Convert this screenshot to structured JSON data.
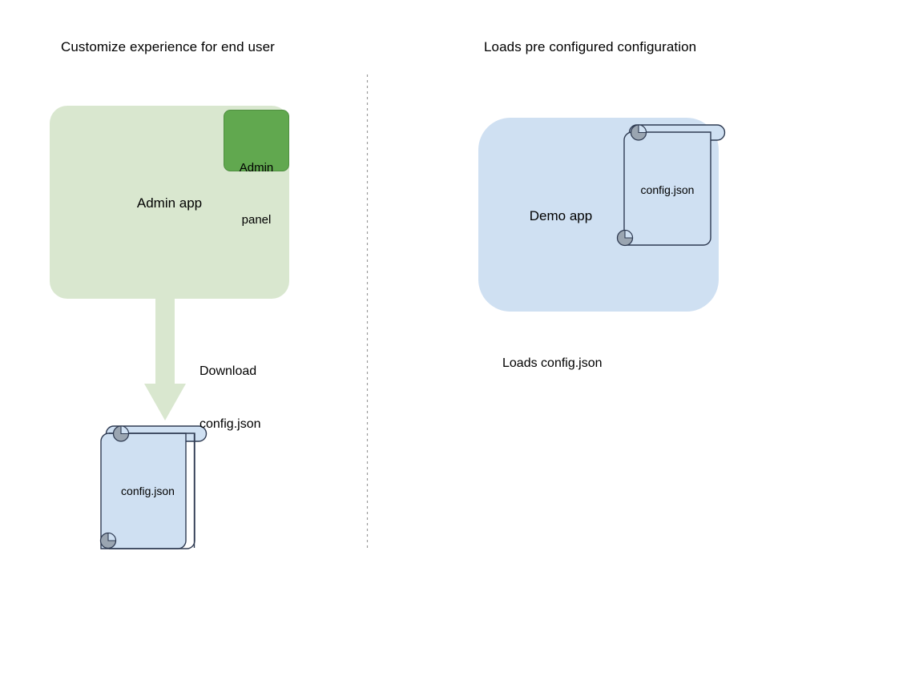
{
  "diagram": {
    "title_left": "Customize experience for end user",
    "title_right": "Loads pre configured configuration",
    "divider": "vertical-dotted-divider"
  },
  "left_flow": {
    "app_box": {
      "label": "Admin app",
      "fill": "#d9e7cf",
      "radius": 22
    },
    "admin_panel": {
      "label": "Admin\npanel",
      "label_line1": "Admin",
      "label_line2": "panel",
      "fill": "#61a84f",
      "stroke": "#4f8f40"
    },
    "arrow": {
      "label_line1": "Download",
      "label_line2": "config.json",
      "label": "Download config.json",
      "fill": "#d9e7cf",
      "direction": "down"
    },
    "document": {
      "label": "config.json",
      "fill": "#cfe0f2",
      "stroke": "#2f3b52",
      "roll_fill": "#9aa5b1"
    }
  },
  "right_flow": {
    "app_box": {
      "label": "Demo app",
      "fill": "#cfe0f2",
      "radius": 40
    },
    "document": {
      "label": "config.json",
      "fill": "#cfe0f2",
      "stroke": "#2f3b52",
      "roll_fill": "#9aa5b1"
    },
    "caption": "Loads config.json"
  },
  "colors": {
    "green_light": "#d9e7cf",
    "green_dark": "#61a84f",
    "blue_light": "#cfe0f2",
    "outline_dark": "#2f3b52",
    "roll_gray": "#9aa5b1",
    "divider_gray": "#9b9b9b",
    "text": "#000000"
  }
}
